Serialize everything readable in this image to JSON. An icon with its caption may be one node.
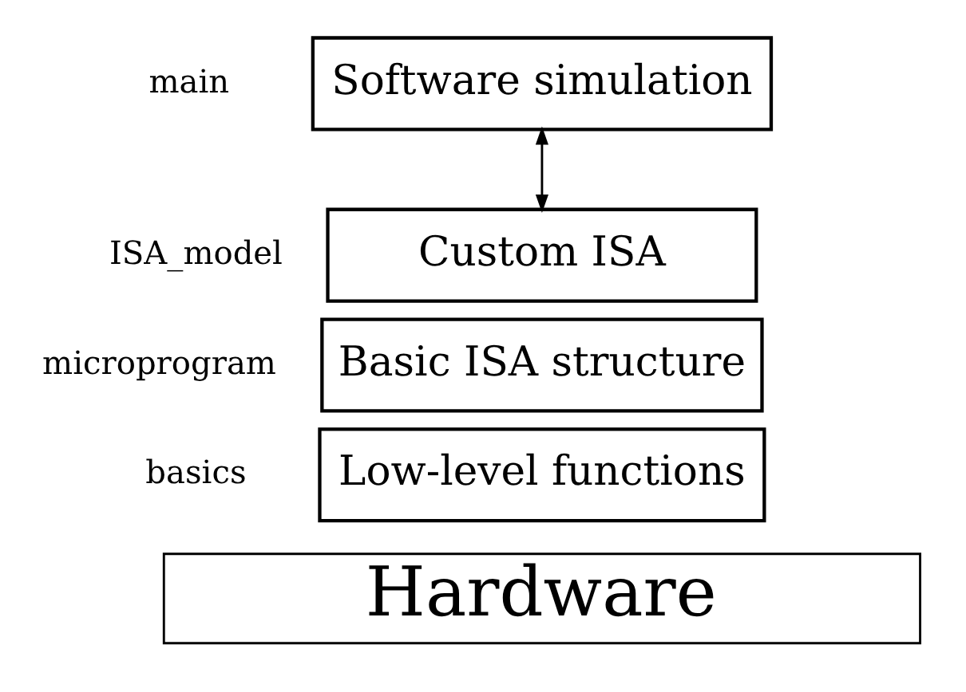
{
  "diagram": {
    "nodes": [
      {
        "text": [
          "Software simulation"
        ],
        "beside": [
          "main"
        ]
      },
      {
        "text": [
          "Custom ISA"
        ],
        "beside": [
          "ISA_model"
        ]
      },
      {
        "text": [
          "Basic ISA structure"
        ],
        "beside": [
          "microprogram"
        ]
      },
      {
        "text": [
          "Low-level functions"
        ],
        "beside": [
          "basics"
        ]
      }
    ],
    "edges": [
      {
        "from": 0,
        "to": 1,
        "arrow": "both"
      }
    ],
    "labels": [
      "Hardware"
    ]
  }
}
